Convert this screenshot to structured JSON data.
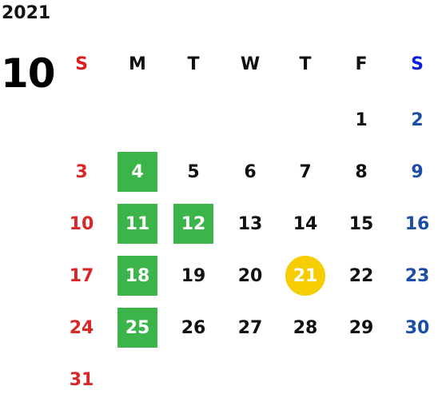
{
  "calendar": {
    "year": "2021",
    "month": "10",
    "weekdays": [
      {
        "label": "S",
        "color": "#e01b1b"
      },
      {
        "label": "M",
        "color": "#111111"
      },
      {
        "label": "T",
        "color": "#111111"
      },
      {
        "label": "W",
        "color": "#111111"
      },
      {
        "label": "T",
        "color": "#111111"
      },
      {
        "label": "F",
        "color": "#111111"
      },
      {
        "label": "S",
        "color": "#0a1fd6"
      }
    ],
    "colors": {
      "sunday": "#d92626",
      "saturday": "#1c4ea6",
      "weekday": "#111111",
      "highlight_green": "#3bb54a",
      "highlight_today": "#f5cd00",
      "highlight_text": "#ffffff"
    },
    "first_weekday_index": 5,
    "days": [
      {
        "label": "1"
      },
      {
        "label": "2"
      },
      {
        "label": "3"
      },
      {
        "label": "4",
        "mark": "green"
      },
      {
        "label": "5"
      },
      {
        "label": "6"
      },
      {
        "label": "7"
      },
      {
        "label": "8"
      },
      {
        "label": "9"
      },
      {
        "label": "10"
      },
      {
        "label": "11",
        "mark": "green"
      },
      {
        "label": "12",
        "mark": "green"
      },
      {
        "label": "13"
      },
      {
        "label": "14"
      },
      {
        "label": "15"
      },
      {
        "label": "16"
      },
      {
        "label": "17"
      },
      {
        "label": "18",
        "mark": "green"
      },
      {
        "label": "19"
      },
      {
        "label": "20"
      },
      {
        "label": "21",
        "mark": "today"
      },
      {
        "label": "22"
      },
      {
        "label": "23"
      },
      {
        "label": "24"
      },
      {
        "label": "25",
        "mark": "green"
      },
      {
        "label": "26"
      },
      {
        "label": "27"
      },
      {
        "label": "28"
      },
      {
        "label": "29"
      },
      {
        "label": "30"
      },
      {
        "label": "31"
      }
    ]
  }
}
